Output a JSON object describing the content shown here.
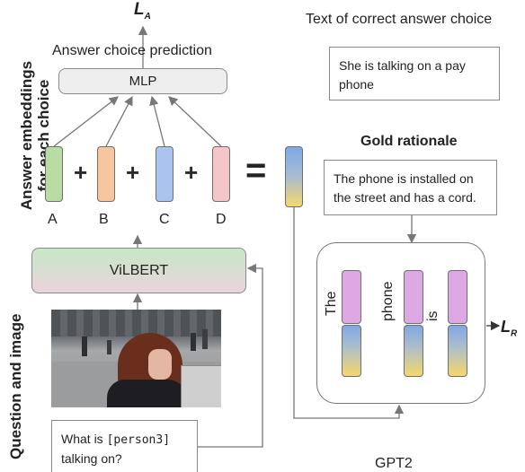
{
  "loss_a": {
    "base": "L",
    "sub": "A"
  },
  "loss_r": {
    "base": "L",
    "sub": "R"
  },
  "title_correct_answer": "Text of correct answer choice",
  "correct_answer_text": "She is talking on a pay phone",
  "answer_choice_prediction": "Answer choice prediction",
  "mlp_label": "MLP",
  "answer_embeddings_label": "Answer embeddings\nfor each choice",
  "choices": [
    "A",
    "B",
    "C",
    "D"
  ],
  "choice_colors": [
    "#b9dca3",
    "#f8c69c",
    "#a9c4ef",
    "#f4c6c8"
  ],
  "equals": "=",
  "gold_rationale_title": "Gold rationale",
  "rationale_text": "The phone is installed on the street and has a cord.",
  "tokens": [
    "The",
    "phone",
    "is"
  ],
  "vilbert_label": "ViLBERT",
  "question_and_image_label": "Question and image",
  "question_text": "What is [person3] talking on?",
  "gpt2_label": "GPT2",
  "colors": {
    "token_top": "#dda8e4",
    "token_gradient_top": "#7fa7e6",
    "token_gradient_bottom": "#f5d86a",
    "vilbert_gradient_top": "#c7e8c7",
    "vilbert_gradient_bottom": "#ead3dc"
  }
}
